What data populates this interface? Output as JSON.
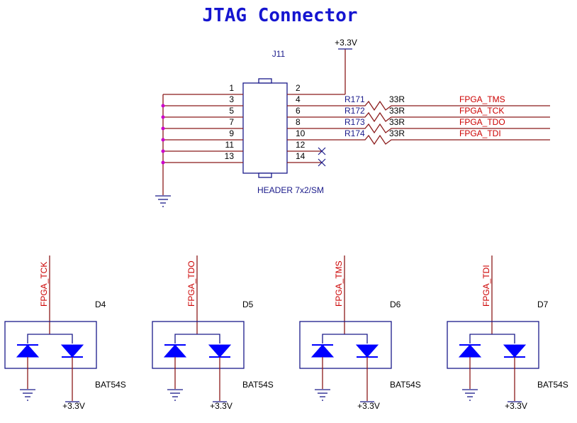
{
  "title": "JTAG Connector",
  "connector": {
    "refdes": "J11",
    "value": "HEADER 7x2/SM",
    "power_label": "+3.3V",
    "left_pins": [
      "1",
      "3",
      "5",
      "7",
      "9",
      "11",
      "13"
    ],
    "right_pins": [
      "2",
      "4",
      "6",
      "8",
      "10",
      "12",
      "14"
    ]
  },
  "resistors": [
    {
      "refdes": "R171",
      "value": "33R",
      "net": "FPGA_TMS"
    },
    {
      "refdes": "R172",
      "value": "33R",
      "net": "FPGA_TCK"
    },
    {
      "refdes": "R173",
      "value": "33R",
      "net": "FPGA_TDO"
    },
    {
      "refdes": "R174",
      "value": "33R",
      "net": "FPGA_TDI"
    }
  ],
  "diodes": [
    {
      "refdes": "D4",
      "part": "BAT54S",
      "net": "FPGA_TCK",
      "power": "+3.3V"
    },
    {
      "refdes": "D5",
      "part": "BAT54S",
      "net": "FPGA_TDO",
      "power": "+3.3V"
    },
    {
      "refdes": "D6",
      "part": "BAT54S",
      "net": "FPGA_TMS",
      "power": "+3.3V"
    },
    {
      "refdes": "D7",
      "part": "BAT54S",
      "net": "FPGA_TDI",
      "power": "+3.3V"
    }
  ],
  "colors": {
    "title": "#1515d0",
    "wire": "#8b1a1a",
    "component": "#1a1a8a",
    "net_label": "#cc0000",
    "junction": "#cc00cc",
    "diode": "#0000ff"
  }
}
